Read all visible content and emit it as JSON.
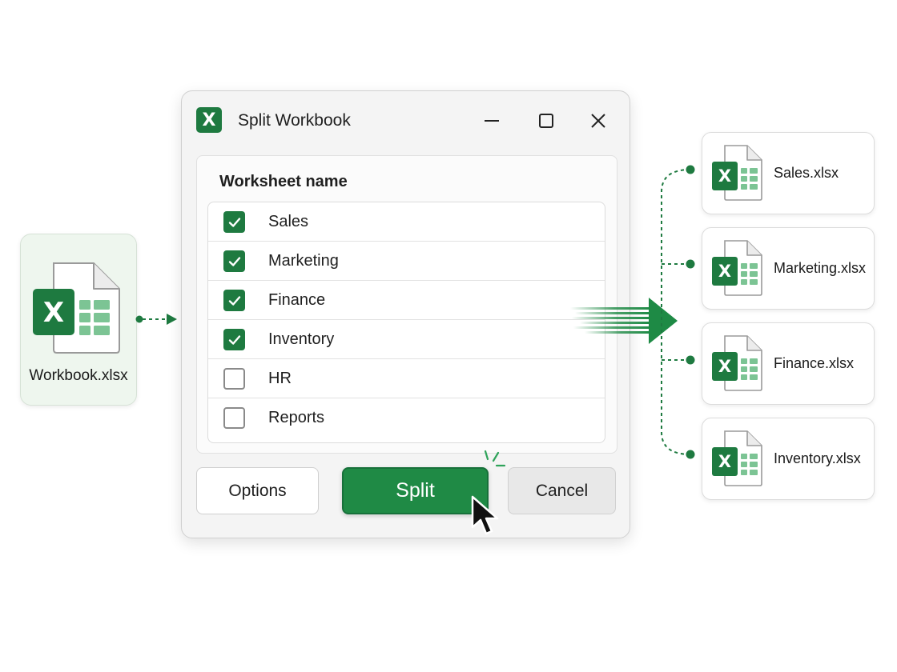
{
  "source": {
    "file_name": "Workbook.xlsx",
    "icon": "excel-file-icon"
  },
  "dialog": {
    "title": "Split Workbook",
    "app_icon_letter": "X",
    "list_header": "Worksheet name",
    "sheets": [
      {
        "label": "Sales",
        "checked": true
      },
      {
        "label": "Marketing",
        "checked": true
      },
      {
        "label": "Finance",
        "checked": true
      },
      {
        "label": "Inventory",
        "checked": true
      },
      {
        "label": "HR",
        "checked": false
      },
      {
        "label": "Reports",
        "checked": false
      }
    ],
    "buttons": {
      "options": "Options",
      "split": "Split",
      "cancel": "Cancel"
    }
  },
  "outputs": [
    {
      "file_name": "Sales.xlsx"
    },
    {
      "file_name": "Marketing.xlsx"
    },
    {
      "file_name": "Finance.xlsx"
    },
    {
      "file_name": "Inventory.xlsx"
    }
  ],
  "colors": {
    "accent": "#1e7a40",
    "button_green": "#1f8a45",
    "source_card_bg": "#eef6ee"
  }
}
